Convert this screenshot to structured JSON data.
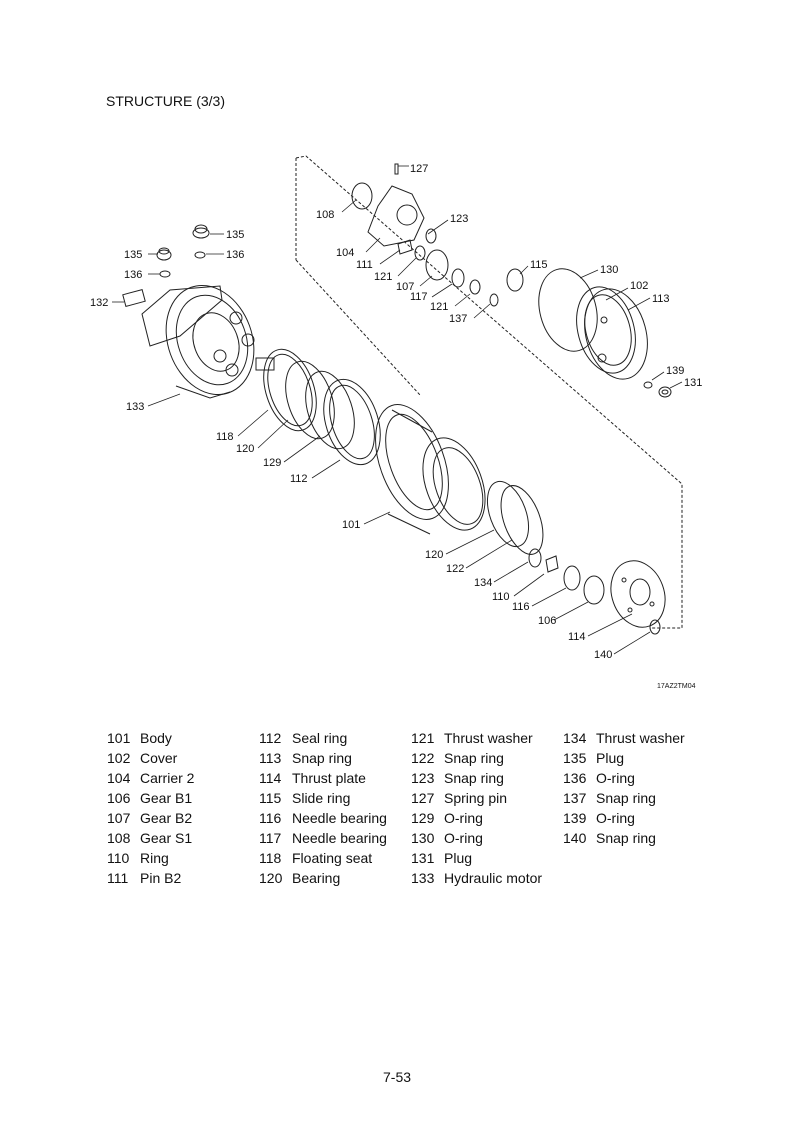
{
  "header": {
    "title": "STRUCTURE (3/3)"
  },
  "figure": {
    "ref_code": "17AZ2TM04",
    "callouts": [
      {
        "id": "c127",
        "text": "127"
      },
      {
        "id": "c108",
        "text": "108"
      },
      {
        "id": "c123",
        "text": "123"
      },
      {
        "id": "c135a",
        "text": "135"
      },
      {
        "id": "c136a",
        "text": "136"
      },
      {
        "id": "c135b",
        "text": "135"
      },
      {
        "id": "c136b",
        "text": "136"
      },
      {
        "id": "c104",
        "text": "104"
      },
      {
        "id": "c111",
        "text": "111"
      },
      {
        "id": "c121a",
        "text": "121"
      },
      {
        "id": "c115",
        "text": "115"
      },
      {
        "id": "c130",
        "text": "130"
      },
      {
        "id": "c107",
        "text": "107"
      },
      {
        "id": "c117",
        "text": "117"
      },
      {
        "id": "c102",
        "text": "102"
      },
      {
        "id": "c132",
        "text": "132"
      },
      {
        "id": "c121b",
        "text": "121"
      },
      {
        "id": "c113",
        "text": "113"
      },
      {
        "id": "c137",
        "text": "137"
      },
      {
        "id": "c139",
        "text": "139"
      },
      {
        "id": "c131",
        "text": "131"
      },
      {
        "id": "c133",
        "text": "133"
      },
      {
        "id": "c118",
        "text": "118"
      },
      {
        "id": "c120a",
        "text": "120"
      },
      {
        "id": "c129",
        "text": "129"
      },
      {
        "id": "c112",
        "text": "112"
      },
      {
        "id": "c101",
        "text": "101"
      },
      {
        "id": "c120b",
        "text": "120"
      },
      {
        "id": "c122",
        "text": "122"
      },
      {
        "id": "c134",
        "text": "134"
      },
      {
        "id": "c110",
        "text": "110"
      },
      {
        "id": "c116",
        "text": "116"
      },
      {
        "id": "c106",
        "text": "106"
      },
      {
        "id": "c114",
        "text": "114"
      },
      {
        "id": "c140",
        "text": "140"
      }
    ]
  },
  "parts_legend": {
    "columns": [
      [
        {
          "num": "101",
          "name": "Body"
        },
        {
          "num": "102",
          "name": "Cover"
        },
        {
          "num": "104",
          "name": "Carrier 2"
        },
        {
          "num": "106",
          "name": "Gear B1"
        },
        {
          "num": "107",
          "name": "Gear B2"
        },
        {
          "num": "108",
          "name": "Gear S1"
        },
        {
          "num": "110",
          "name": "Ring"
        },
        {
          "num": "111",
          "name": "Pin B2"
        }
      ],
      [
        {
          "num": "112",
          "name": "Seal ring"
        },
        {
          "num": "113",
          "name": "Snap ring"
        },
        {
          "num": "114",
          "name": "Thrust plate"
        },
        {
          "num": "115",
          "name": "Slide ring"
        },
        {
          "num": "116",
          "name": "Needle bearing"
        },
        {
          "num": "117",
          "name": "Needle bearing"
        },
        {
          "num": "118",
          "name": "Floating seat"
        },
        {
          "num": "120",
          "name": "Bearing"
        }
      ],
      [
        {
          "num": "121",
          "name": "Thrust washer"
        },
        {
          "num": "122",
          "name": "Snap ring"
        },
        {
          "num": "123",
          "name": "Snap ring"
        },
        {
          "num": "127",
          "name": "Spring pin"
        },
        {
          "num": "129",
          "name": "O-ring"
        },
        {
          "num": "130",
          "name": "O-ring"
        },
        {
          "num": "131",
          "name": "Plug"
        },
        {
          "num": "133",
          "name": "Hydraulic motor"
        }
      ],
      [
        {
          "num": "134",
          "name": "Thrust washer"
        },
        {
          "num": "135",
          "name": "Plug"
        },
        {
          "num": "136",
          "name": "O-ring"
        },
        {
          "num": "137",
          "name": "Snap ring"
        },
        {
          "num": "139",
          "name": "O-ring"
        },
        {
          "num": "140",
          "name": "Snap ring"
        }
      ]
    ]
  },
  "footer": {
    "page_number": "7-53"
  }
}
